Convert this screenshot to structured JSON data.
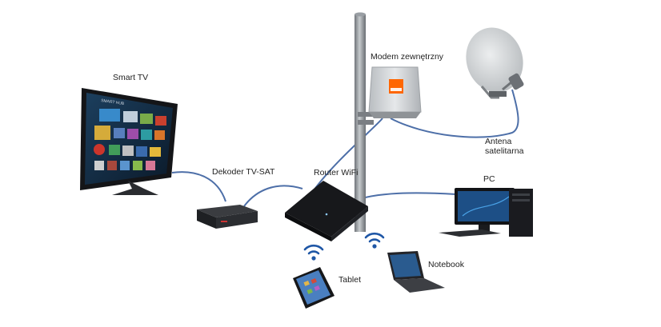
{
  "labels": {
    "smart_tv": "Smart TV",
    "dekoder": "Dekoder TV-SAT",
    "router": "Router WiFi",
    "modem": "Modem zewnętrzny",
    "antena_line1": "Antena",
    "antena_line2": "satelitarna",
    "pc": "PC",
    "notebook": "Notebook",
    "tablet": "Tablet"
  },
  "logos": {
    "tv_screen_text": "SMART HUB",
    "modem_brand": "orange"
  },
  "colors": {
    "cable": "#4d6fa8",
    "mast": "#8a8f94",
    "modem_body": "#d4d7da",
    "orange_brand": "#ff6600",
    "device_dark": "#1b1d21",
    "dish": "#d9dcde"
  },
  "icons": [
    "wifi-signal-icon",
    "wifi-signal-icon"
  ]
}
